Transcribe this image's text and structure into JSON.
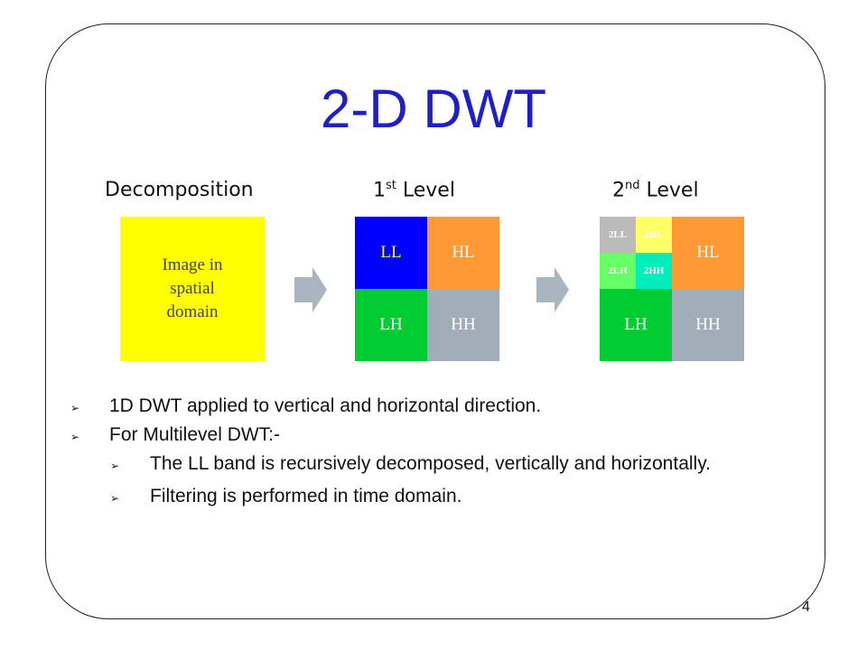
{
  "slide": {
    "title": "2-D DWT",
    "page_number": "4"
  },
  "columns": {
    "decomposition": "Decomposition",
    "level1_num": "1",
    "level1_sup": "st",
    "level1_word": " Level",
    "level2_num": "2",
    "level2_sup": "nd",
    "level2_word": " Level"
  },
  "spatial_box": {
    "line1": "Image in",
    "line2": "spatial",
    "line3": "domain"
  },
  "level1": {
    "ll": "LL",
    "hl": "HL",
    "lh": "LH",
    "hh": "HH"
  },
  "level2": {
    "ll2": "2LL",
    "hl2": "2HL",
    "lh2": "2LH",
    "hh2": "2HH",
    "hl": "HL",
    "lh": "LH",
    "hh": "HH"
  },
  "colors": {
    "ll": "#0000ff",
    "hl": "#ff9933",
    "lh": "#00cc33",
    "hh": "#a0adb8",
    "spatial": "#ffff00",
    "ll2": "#bbbbbb",
    "hl2": "#ffff66",
    "lh2": "#66ff66",
    "hh2": "#00eebb",
    "arrow": "#a9b6c2",
    "title": "#1f1fc8"
  },
  "bullets": {
    "b1": "1D DWT applied to vertical and horizontal direction.",
    "b2": "For Multilevel DWT:-",
    "b2_1": "The LL band is recursively decomposed, vertically and horizontally.",
    "b2_2": "Filtering is performed in time domain.",
    "marker": "➢"
  }
}
